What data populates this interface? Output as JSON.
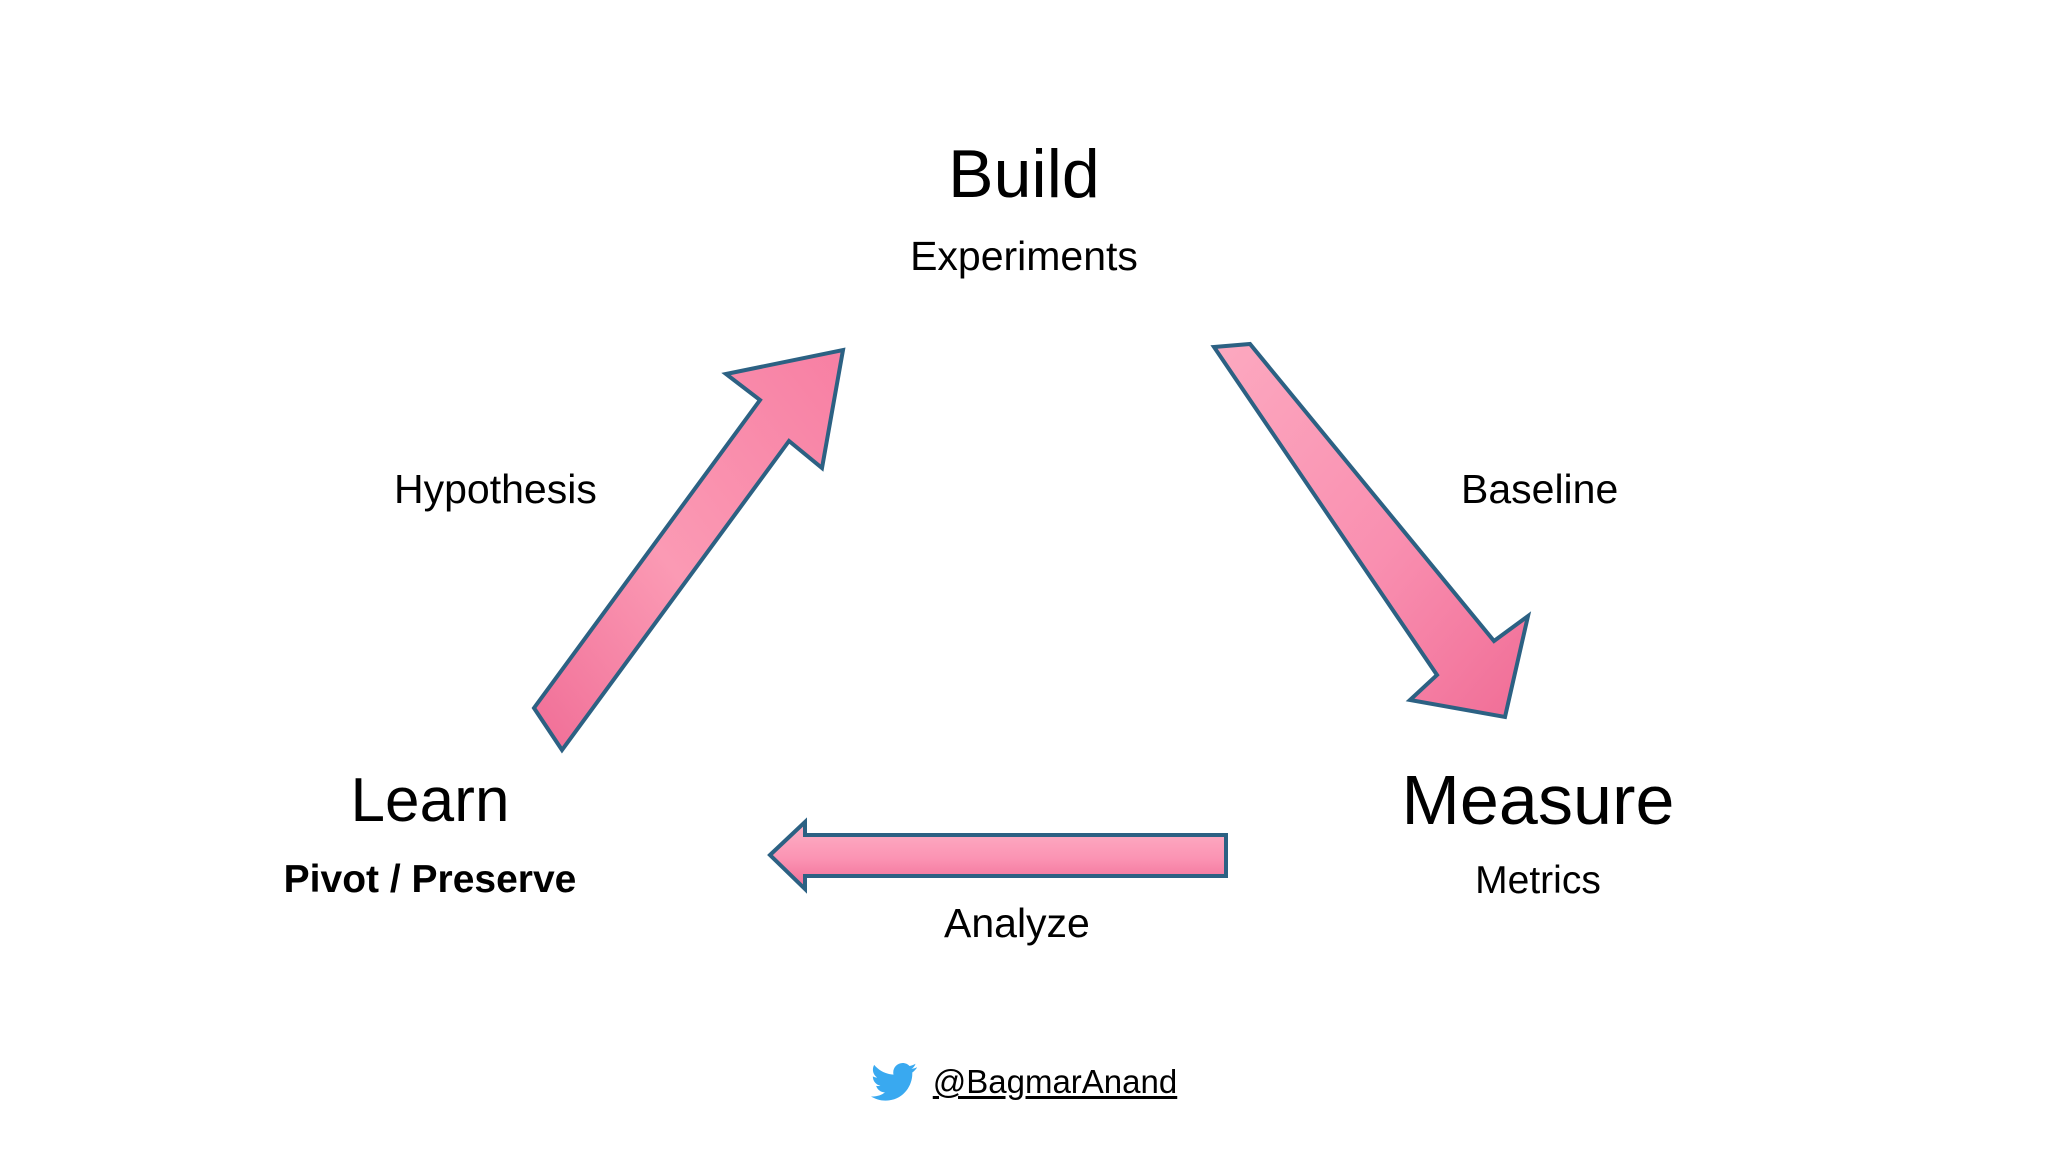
{
  "diagram": {
    "type": "cycle",
    "nodes": [
      {
        "id": "build",
        "title": "Build",
        "subtitle": "Experiments"
      },
      {
        "id": "measure",
        "title": "Measure",
        "subtitle": "Metrics"
      },
      {
        "id": "learn",
        "title": "Learn",
        "subtitle": "Pivot / Preserve"
      }
    ],
    "edges": [
      {
        "id": "build-to-measure",
        "label": "Baseline",
        "from": "build",
        "to": "measure",
        "direction": "down-right"
      },
      {
        "id": "measure-to-learn",
        "label": "Analyze",
        "from": "measure",
        "to": "learn",
        "direction": "left"
      },
      {
        "id": "learn-to-build",
        "label": "Hypothesis",
        "from": "learn",
        "to": "build",
        "direction": "up-right"
      }
    ]
  },
  "credit": {
    "icon": "twitter-bird-icon",
    "handle": "@BagmarAnand"
  },
  "colors": {
    "background": "#ffffff",
    "arrow_fill_light": "#FCA9C0",
    "arrow_fill_dark": "#F06D96",
    "arrow_stroke": "#2C6183",
    "text": "#000000",
    "twitter_blue": "#39A9F0"
  }
}
